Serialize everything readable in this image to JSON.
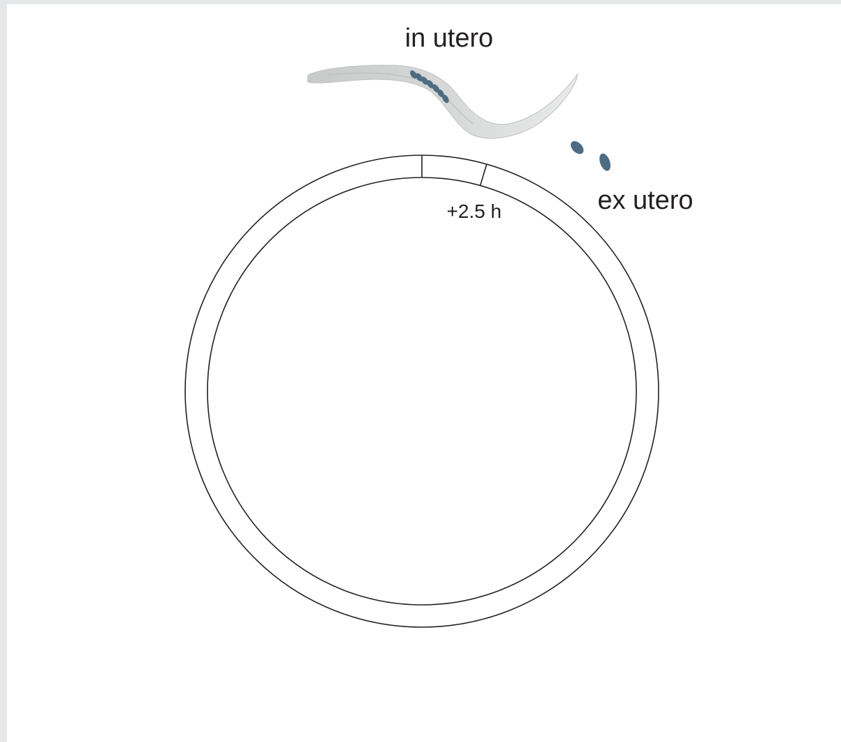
{
  "labels": {
    "in_utero": "in utero",
    "ex_utero": "ex utero",
    "segment_time": "+2.5 h"
  },
  "colors": {
    "background_frame": "#e6e7e8",
    "panel": "#ffffff",
    "stroke": "#231f20",
    "worm_body": "#d2d4d3",
    "embryo": "#4d6b82"
  }
}
